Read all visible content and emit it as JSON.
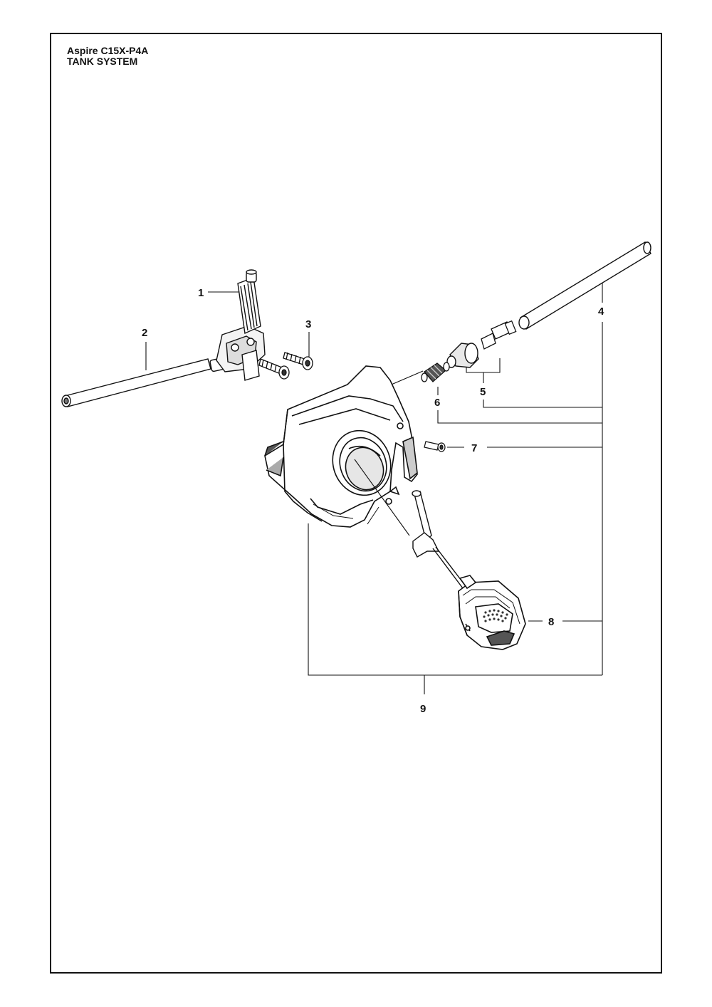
{
  "header": {
    "model": "Aspire C15X-P4A",
    "section": "TANK SYSTEM"
  },
  "callouts": [
    {
      "id": "1",
      "label": "1"
    },
    {
      "id": "2",
      "label": "2"
    },
    {
      "id": "3",
      "label": "3"
    },
    {
      "id": "4",
      "label": "4"
    },
    {
      "id": "5",
      "label": "5"
    },
    {
      "id": "6",
      "label": "6"
    },
    {
      "id": "7",
      "label": "7"
    },
    {
      "id": "8",
      "label": "8"
    },
    {
      "id": "9",
      "label": "9"
    }
  ],
  "colors": {
    "line": "#111111",
    "part_fill": "#ffffff",
    "shade": "#d0d0d0",
    "dark_shade": "#555555"
  }
}
